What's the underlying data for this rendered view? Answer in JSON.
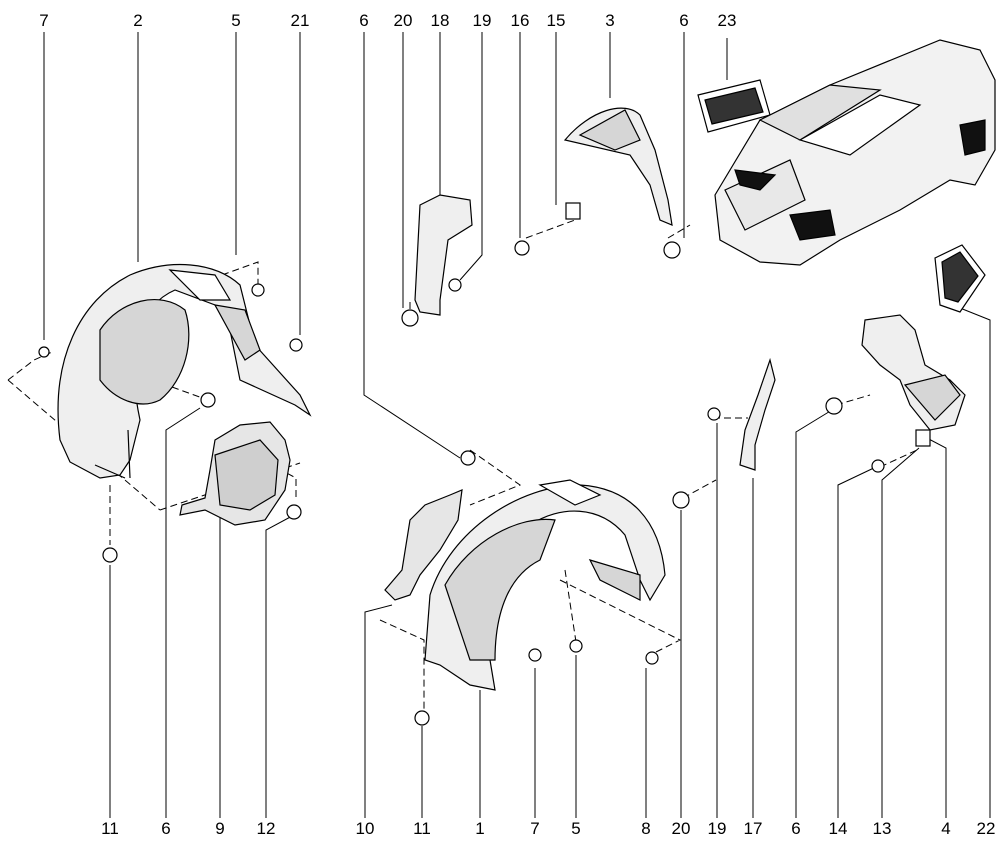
{
  "top_labels": [
    "7",
    "2",
    "5",
    "21",
    "6",
    "20",
    "18",
    "19",
    "16",
    "15",
    "3",
    "6",
    "23"
  ],
  "bottom_labels": [
    "11",
    "6",
    "9",
    "12",
    "10",
    "11",
    "1",
    "7",
    "5",
    "8",
    "20",
    "19",
    "17",
    "6",
    "14",
    "13",
    "4",
    "22"
  ],
  "colors": {
    "line": "#000000",
    "part_fill": "#efefef",
    "part_shade": "#d6d6d6",
    "dark_fill": "#1a1a1a"
  },
  "icons": [
    "front-left-wheel-arch-liner",
    "front-right-wheel-arch-liner",
    "rear-wheel-arch-liner",
    "mud-flap",
    "air-vent-grille",
    "station-wagon-car"
  ]
}
